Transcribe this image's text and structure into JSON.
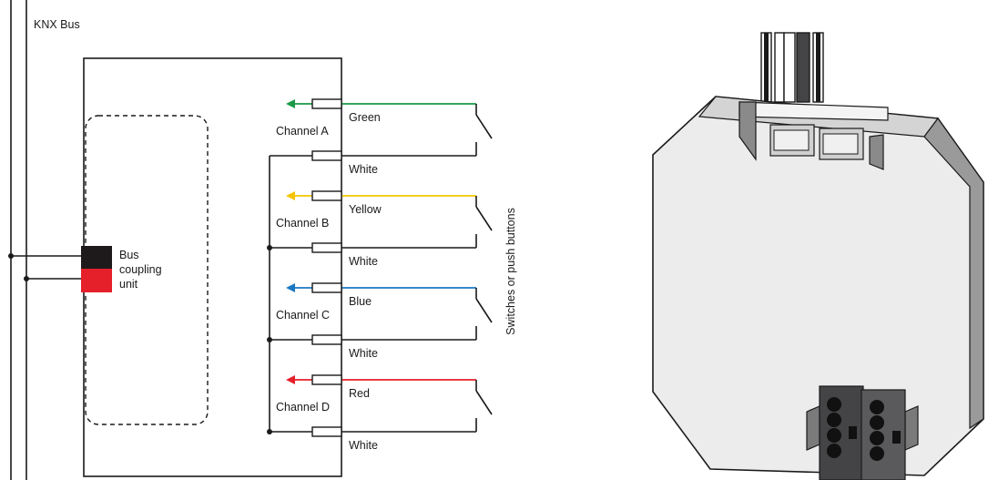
{
  "bus_label": "KNX Bus",
  "bcu": {
    "line1": "Bus",
    "line2": "coupling",
    "line3": "unit",
    "top_color": "#1e1a1b",
    "bottom_color": "#e5202a"
  },
  "channels": [
    {
      "name": "Channel A",
      "wire": "Green",
      "color": "#1a9a46",
      "return": "White"
    },
    {
      "name": "Channel B",
      "wire": "Yellow",
      "color": "#f5c400",
      "return": "White"
    },
    {
      "name": "Channel C",
      "wire": "Blue",
      "color": "#1a78c2",
      "return": "White"
    },
    {
      "name": "Channel D",
      "wire": "Red",
      "color": "#e5202a",
      "return": "White"
    }
  ],
  "switches_label": "Switches or push buttons"
}
